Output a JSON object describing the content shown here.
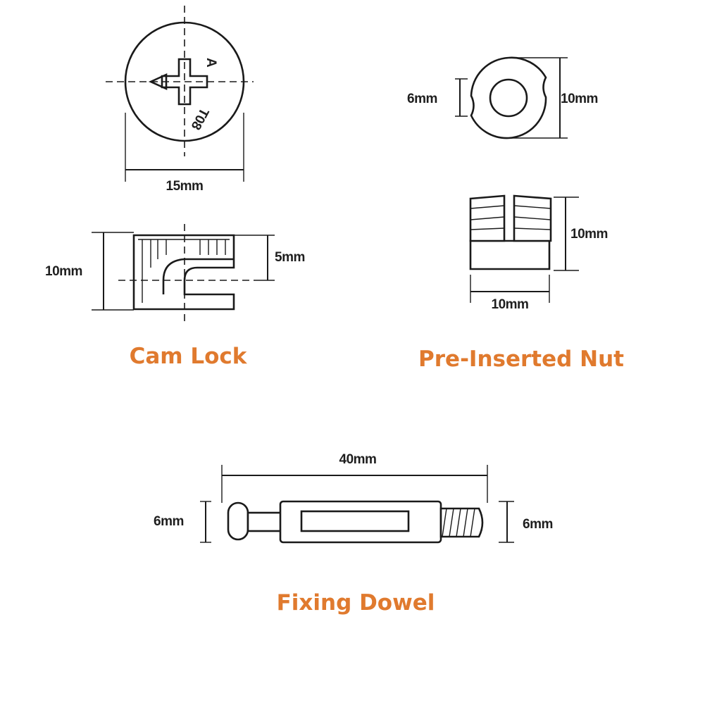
{
  "cam_lock": {
    "title": "Cam Lock",
    "dim_diameter": "15mm",
    "dim_height": "10mm",
    "dim_offset": "5mm",
    "head_letter": "A",
    "head_code": "T08"
  },
  "nut": {
    "title": "Pre-Inserted Nut",
    "dim_inner": "6mm",
    "dim_outer": "10mm",
    "dim_side_height": "10mm",
    "dim_side_width": "10mm"
  },
  "dowel": {
    "title": "Fixing Dowel",
    "dim_length": "40mm",
    "dim_head": "6mm",
    "dim_thread": "6mm"
  },
  "colors": {
    "title": "#e07a2e",
    "line": "#1a1a1a"
  }
}
